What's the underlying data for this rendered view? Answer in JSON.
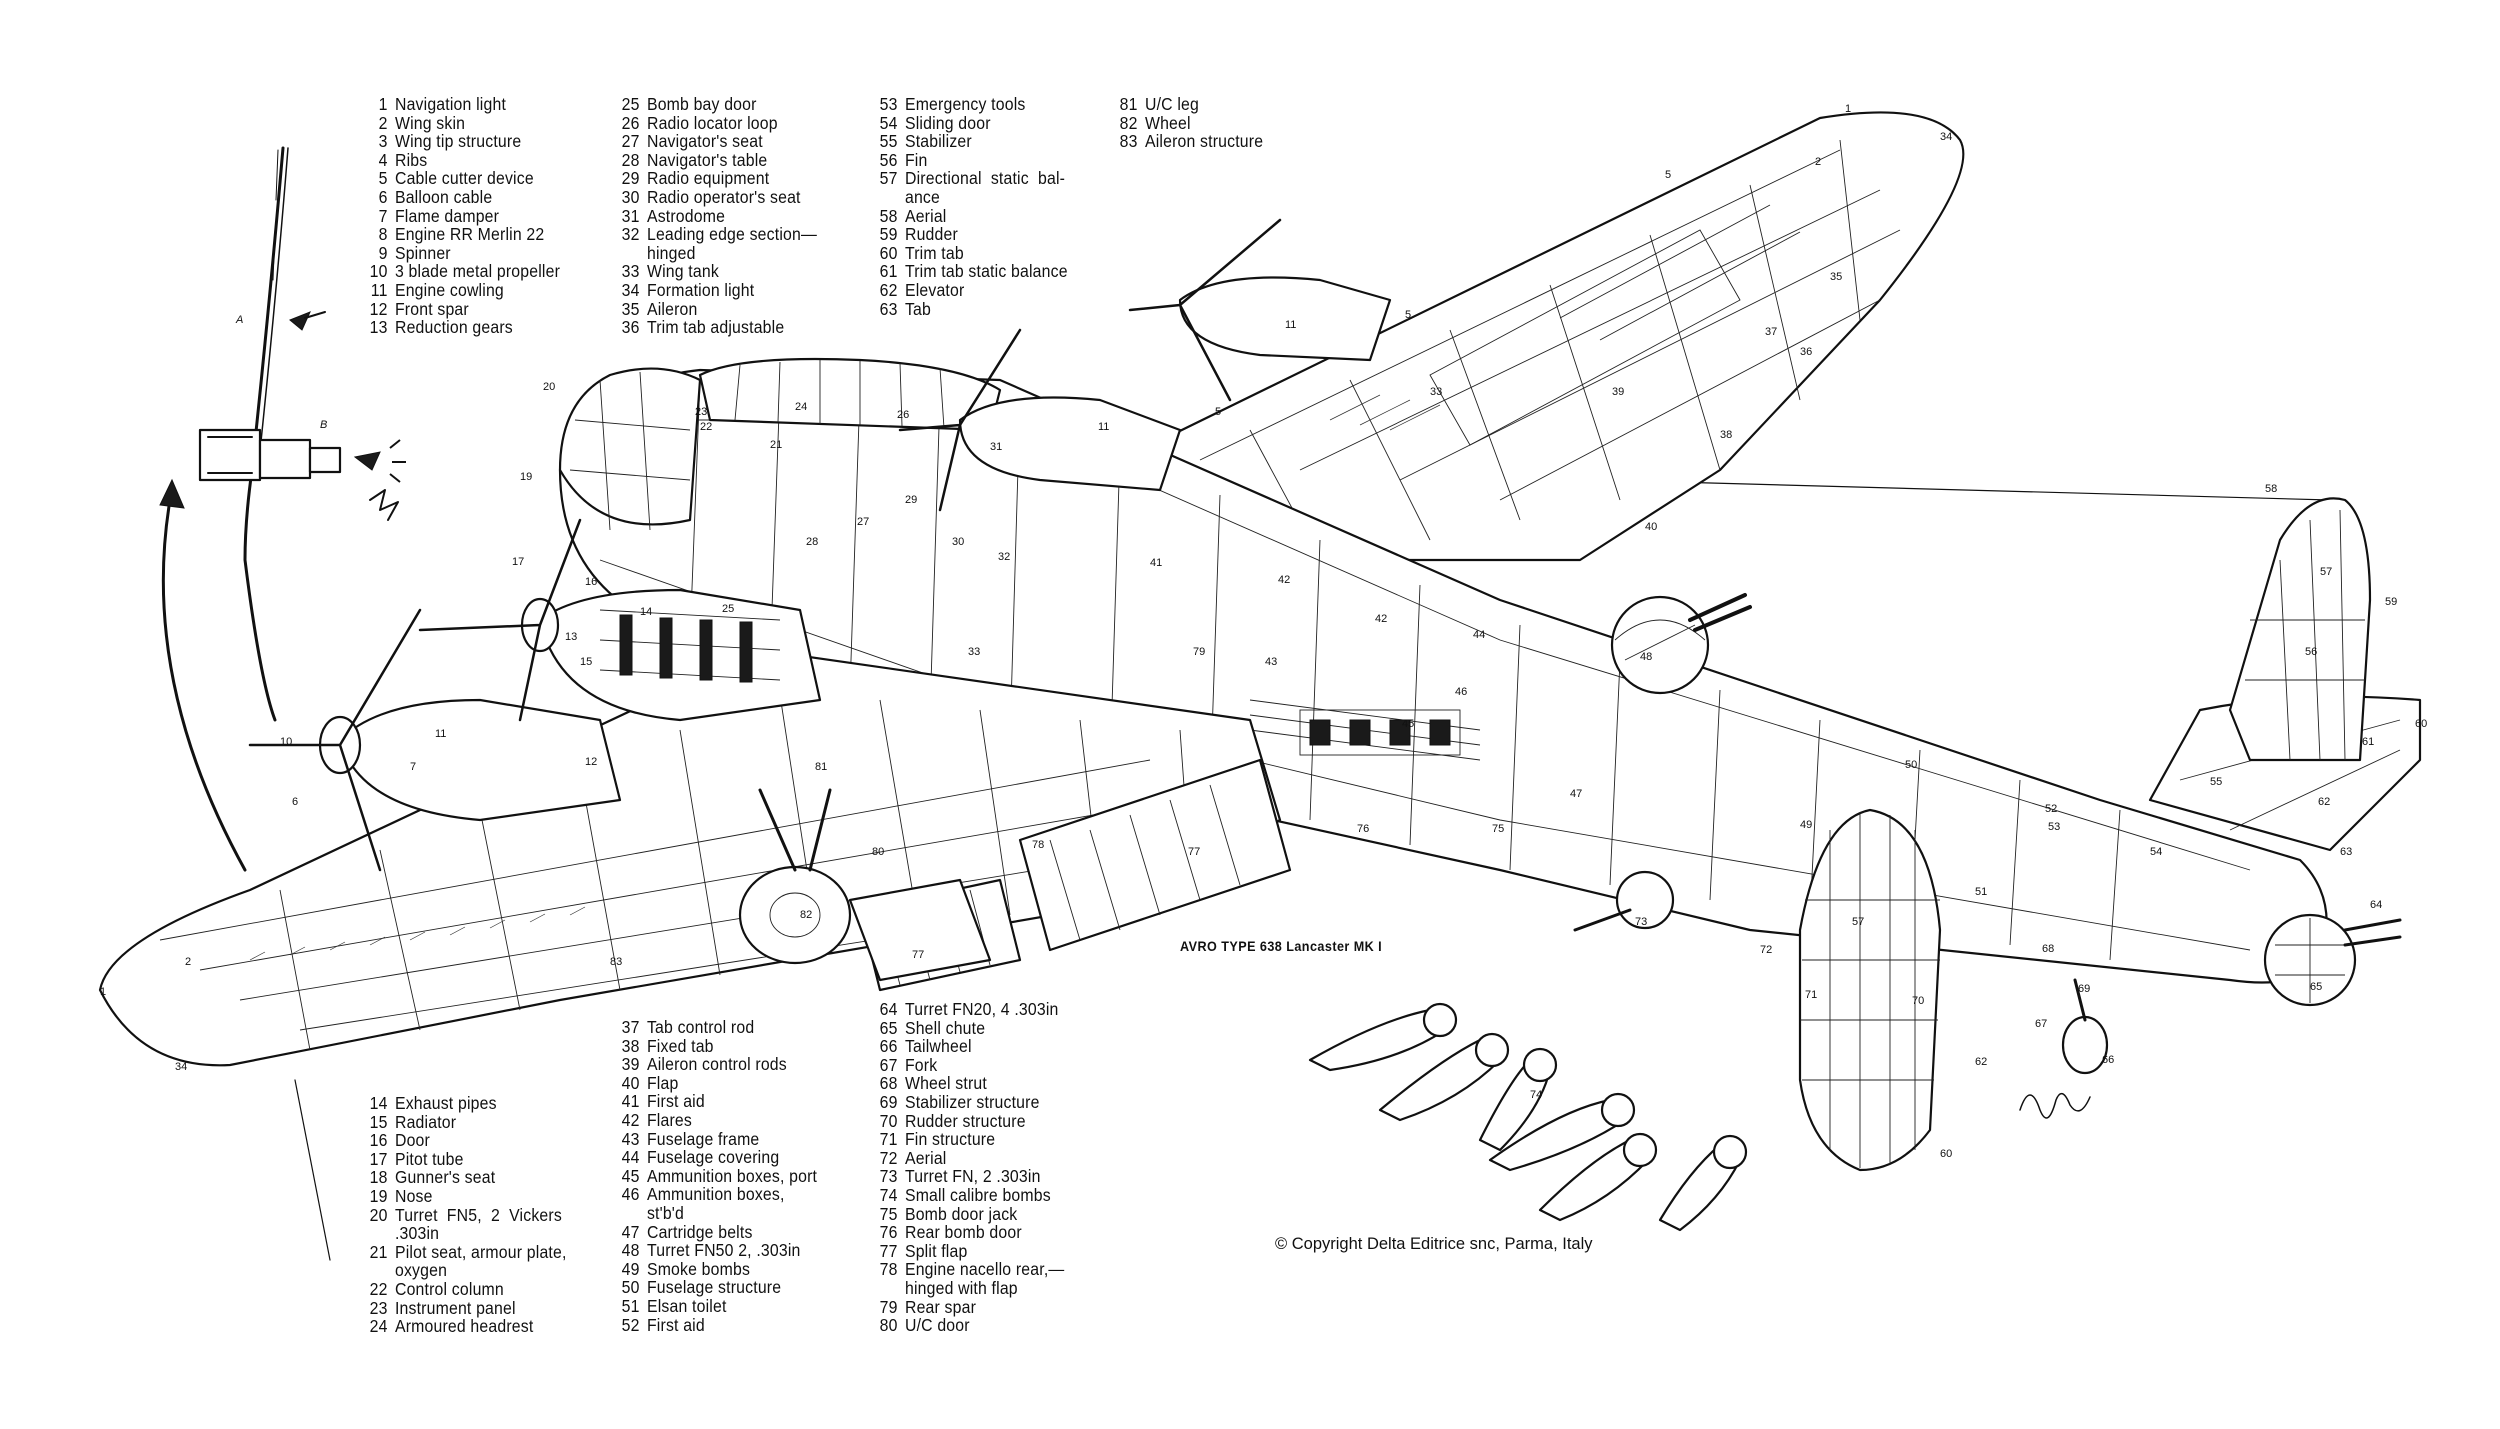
{
  "legend": {
    "col1": [
      {
        "n": "1",
        "t": "Navigation light"
      },
      {
        "n": "2",
        "t": "Wing skin"
      },
      {
        "n": "3",
        "t": "Wing tip structure"
      },
      {
        "n": "4",
        "t": "Ribs"
      },
      {
        "n": "5",
        "t": "Cable cutter device"
      },
      {
        "n": "6",
        "t": "Balloon cable"
      },
      {
        "n": "7",
        "t": "Flame damper"
      },
      {
        "n": "8",
        "t": "Engine RR Merlin 22"
      },
      {
        "n": "9",
        "t": "Spinner"
      },
      {
        "n": "10",
        "t": "3 blade metal propeller"
      },
      {
        "n": "11",
        "t": "Engine cowling"
      },
      {
        "n": "12",
        "t": "Front spar"
      },
      {
        "n": "13",
        "t": "Reduction gears"
      }
    ],
    "col2": [
      {
        "n": "25",
        "t": "Bomb bay door"
      },
      {
        "n": "26",
        "t": "Radio locator loop"
      },
      {
        "n": "27",
        "t": "Navigator's seat"
      },
      {
        "n": "28",
        "t": "Navigator's table"
      },
      {
        "n": "29",
        "t": "Radio equipment"
      },
      {
        "n": "30",
        "t": "Radio operator's seat"
      },
      {
        "n": "31",
        "t": "Astrodome"
      },
      {
        "n": "32",
        "t": "Leading edge section—",
        "c": "hinged"
      },
      {
        "n": "33",
        "t": "Wing tank"
      },
      {
        "n": "34",
        "t": "Formation light"
      },
      {
        "n": "35",
        "t": "Aileron"
      },
      {
        "n": "36",
        "t": "Trim tab adjustable"
      }
    ],
    "col3": [
      {
        "n": "53",
        "t": "Emergency tools"
      },
      {
        "n": "54",
        "t": "Sliding door"
      },
      {
        "n": "55",
        "t": "Stabilizer"
      },
      {
        "n": "56",
        "t": "Fin"
      },
      {
        "n": "57",
        "t": "Directional  static  bal-",
        "c": "ance"
      },
      {
        "n": "58",
        "t": "Aerial"
      },
      {
        "n": "59",
        "t": "Rudder"
      },
      {
        "n": "60",
        "t": "Trim tab"
      },
      {
        "n": "61",
        "t": "Trim tab static balance"
      },
      {
        "n": "62",
        "t": "Elevator"
      },
      {
        "n": "63",
        "t": "Tab"
      }
    ],
    "col4": [
      {
        "n": "81",
        "t": "U/C leg"
      },
      {
        "n": "82",
        "t": "Wheel"
      },
      {
        "n": "83",
        "t": "Aileron structure"
      }
    ],
    "col5": [
      {
        "n": "14",
        "t": "Exhaust pipes"
      },
      {
        "n": "15",
        "t": "Radiator"
      },
      {
        "n": "16",
        "t": "Door"
      },
      {
        "n": "17",
        "t": "Pitot tube"
      },
      {
        "n": "18",
        "t": "Gunner's seat"
      },
      {
        "n": "19",
        "t": "Nose"
      },
      {
        "n": "20",
        "t": "Turret  FN5,  2  Vickers",
        "c": ".303in"
      },
      {
        "n": "21",
        "t": "Pilot seat, armour plate,",
        "c": "oxygen"
      },
      {
        "n": "22",
        "t": "Control column"
      },
      {
        "n": "23",
        "t": "Instrument panel"
      },
      {
        "n": "24",
        "t": "Armoured headrest"
      }
    ],
    "col6": [
      {
        "n": "37",
        "t": "Tab control rod"
      },
      {
        "n": "38",
        "t": "Fixed tab"
      },
      {
        "n": "39",
        "t": "Aileron control rods"
      },
      {
        "n": "40",
        "t": "Flap"
      },
      {
        "n": "41",
        "t": "First aid"
      },
      {
        "n": "42",
        "t": "Flares"
      },
      {
        "n": "43",
        "t": "Fuselage frame"
      },
      {
        "n": "44",
        "t": "Fuselage covering"
      },
      {
        "n": "45",
        "t": "Ammunition boxes, port"
      },
      {
        "n": "46",
        "t": "Ammunition boxes,",
        "c": "st'b'd"
      },
      {
        "n": "47",
        "t": "Cartridge belts"
      },
      {
        "n": "48",
        "t": "Turret FN50 2, .303in"
      },
      {
        "n": "49",
        "t": "Smoke bombs"
      },
      {
        "n": "50",
        "t": "Fuselage structure"
      },
      {
        "n": "51",
        "t": "Elsan toilet"
      },
      {
        "n": "52",
        "t": "First aid"
      }
    ],
    "col7": [
      {
        "n": "64",
        "t": "Turret FN20, 4 .303in"
      },
      {
        "n": "65",
        "t": "Shell chute"
      },
      {
        "n": "66",
        "t": "Tailwheel"
      },
      {
        "n": "67",
        "t": "Fork"
      },
      {
        "n": "68",
        "t": "Wheel strut"
      },
      {
        "n": "69",
        "t": "Stabilizer structure"
      },
      {
        "n": "70",
        "t": "Rudder structure"
      },
      {
        "n": "71",
        "t": "Fin structure"
      },
      {
        "n": "72",
        "t": "Aerial"
      },
      {
        "n": "73",
        "t": "Turret FN, 2 .303in"
      },
      {
        "n": "74",
        "t": "Small calibre bombs"
      },
      {
        "n": "75",
        "t": "Bomb door jack"
      },
      {
        "n": "76",
        "t": "Rear bomb door"
      },
      {
        "n": "77",
        "t": "Split flap"
      },
      {
        "n": "78",
        "t": "Engine nacello rear,—",
        "c": "hinged with flap"
      },
      {
        "n": "79",
        "t": "Rear spar"
      },
      {
        "n": "80",
        "t": "U/C door"
      }
    ]
  },
  "type_label": "AVRO TYPE 638 Lancaster MK I",
  "copyright": "© Copyright Delta Editrice snc, Parma, Italy",
  "inset_labels": {
    "a": "A",
    "b": "B"
  },
  "callouts": {
    "c1a": "1",
    "c1b": "1",
    "c2a": "2",
    "c2b": "2",
    "c5a": "5",
    "c5b": "5",
    "c5c": "5",
    "c6": "6",
    "c7": "7",
    "c10": "10",
    "c11a": "11",
    "c11b": "11",
    "c11c": "11",
    "c12": "12",
    "c13": "13",
    "c14": "14",
    "c15": "15",
    "c16": "16",
    "c17": "17",
    "c19": "19",
    "c20": "20",
    "c21": "21",
    "c22": "22",
    "c23": "23",
    "c24": "24",
    "c25": "25",
    "c26": "26",
    "c27": "27",
    "c28": "28",
    "c29": "29",
    "c30": "30",
    "c31": "31",
    "c32": "32",
    "c33a": "33",
    "c33b": "33",
    "c34a": "34",
    "c34b": "34",
    "c35": "35",
    "c36": "36",
    "c37": "37",
    "c38": "38",
    "c39": "39",
    "c40": "40",
    "c41": "41",
    "c42a": "42",
    "c42b": "42",
    "c43": "43",
    "c44": "44",
    "c45": "45",
    "c46": "46",
    "c47": "47",
    "c48": "48",
    "c49": "49",
    "c50": "50",
    "c51": "51",
    "c52": "52",
    "c53": "53",
    "c54": "54",
    "c55": "55",
    "c56": "56",
    "c57a": "57",
    "c57b": "57",
    "c58": "58",
    "c59": "59",
    "c60a": "60",
    "c60b": "60",
    "c61": "61",
    "c62a": "62",
    "c62b": "62",
    "c63": "63",
    "c64": "64",
    "c65": "65",
    "c66": "66",
    "c67": "67",
    "c68": "68",
    "c69": "69",
    "c70": "70",
    "c71": "71",
    "c72": "72",
    "c73": "73",
    "c74": "74",
    "c75": "75",
    "c76": "76",
    "c77a": "77",
    "c77b": "77",
    "c78": "78",
    "c79": "79",
    "c80": "80",
    "c81": "81",
    "c82": "82",
    "c83": "83"
  }
}
